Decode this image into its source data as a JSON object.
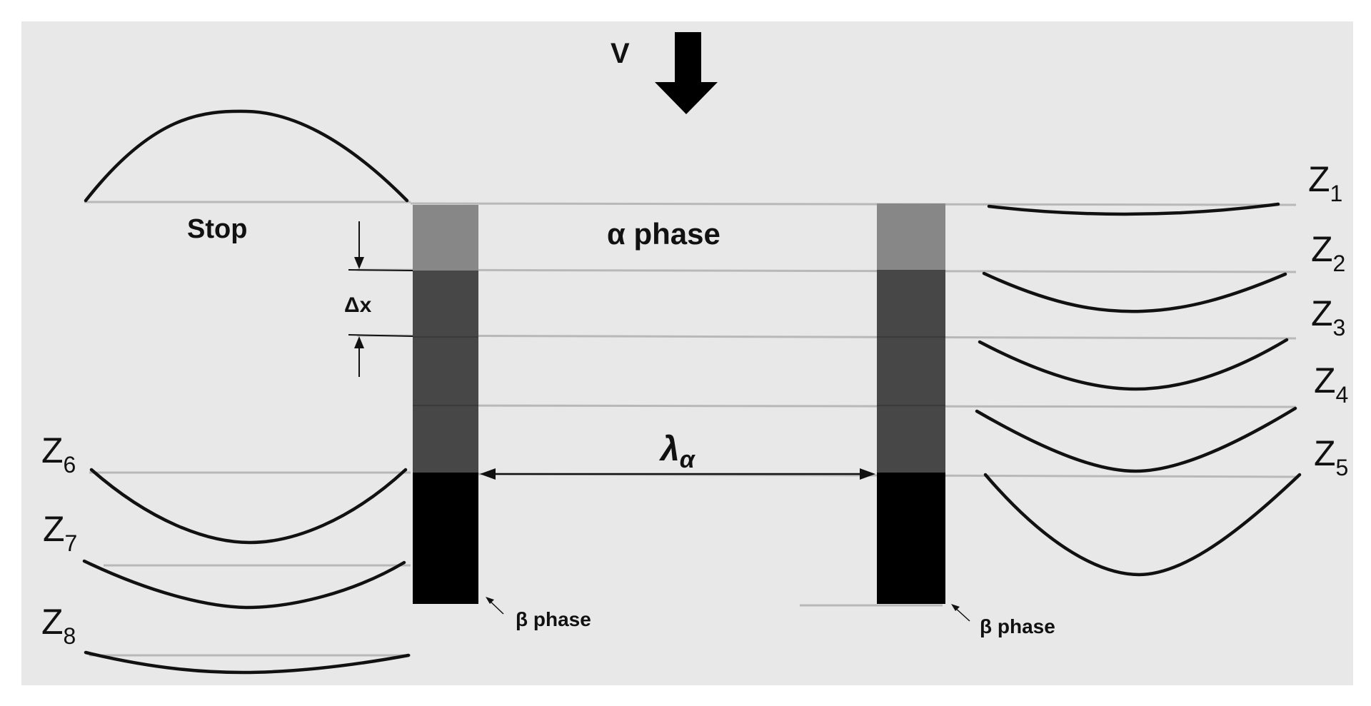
{
  "velocity": {
    "label": "V"
  },
  "stop_label": "Stop",
  "alpha_phase": {
    "label": "α phase"
  },
  "beta_phase": {
    "labels": [
      "β phase",
      "β phase"
    ]
  },
  "delta_x": {
    "label": "Δx"
  },
  "lambda": {
    "symbol": "λ",
    "subscript": "α"
  },
  "zones_right": [
    {
      "letter": "Z",
      "index": "1"
    },
    {
      "letter": "Z",
      "index": "2"
    },
    {
      "letter": "Z",
      "index": "3"
    },
    {
      "letter": "Z",
      "index": "4"
    },
    {
      "letter": "Z",
      "index": "5"
    }
  ],
  "zones_left": [
    {
      "letter": "Z",
      "index": "6"
    },
    {
      "letter": "Z",
      "index": "7"
    },
    {
      "letter": "Z",
      "index": "8"
    }
  ],
  "colors": {
    "background": "#e8e8e8",
    "band_light": "#878787",
    "band_mid": "#474747",
    "band_dark": "#000000",
    "guide_line": "#b8b8b8",
    "curve": "#111111"
  }
}
